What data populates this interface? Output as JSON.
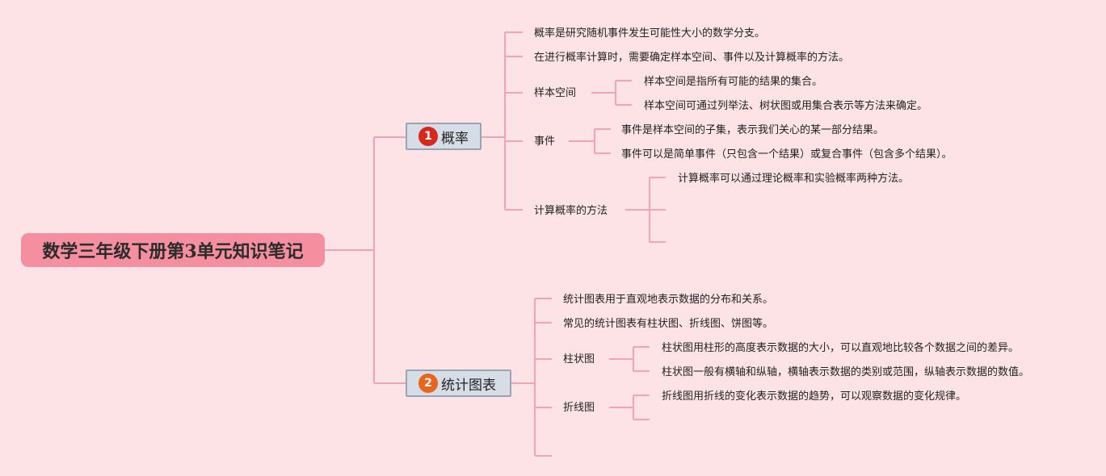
{
  "root": {
    "title": "数学三年级下册第3单元知识笔记"
  },
  "branches": [
    {
      "number": "1",
      "label": "概率",
      "badge_color": "#d7281c",
      "items": [
        {
          "text": "概率是研究随机事件发生可能性大小的数学分支。"
        },
        {
          "text": "在进行概率计算时，需要确定样本空间、事件以及计算概率的方法。"
        },
        {
          "text": "样本空间",
          "children": [
            "样本空间是指所有可能的结果的集合。",
            "样本空间可通过列举法、树状图或用集合表示等方法来确定。"
          ]
        },
        {
          "text": "事件",
          "children": [
            "事件是样本空间的子集，表示我们关心的某一部分结果。",
            "事件可以是简单事件（只包含一个结果）或复合事件（包含多个结果）。"
          ]
        },
        {
          "text": "计算概率的方法",
          "children": [
            "计算概率可以通过理论概率和实验概率两种方法。",
            "",
            ""
          ]
        }
      ]
    },
    {
      "number": "2",
      "label": "统计图表",
      "badge_color": "#e8651e",
      "items": [
        {
          "text": "统计图表用于直观地表示数据的分布和关系。"
        },
        {
          "text": "常见的统计图表有柱状图、折线图、饼图等。"
        },
        {
          "text": "柱状图",
          "children": [
            "柱状图用柱形的高度表示数据的大小，可以直观地比较各个数据之间的差异。",
            "柱状图一般有横轴和纵轴，横轴表示数据的类别或范围，纵轴表示数据的数值。"
          ]
        },
        {
          "text": "折线图",
          "children": [
            "折线图用折线的变化表示数据的趋势，可以观察数据的变化规律。",
            ""
          ]
        },
        {
          "text": ""
        }
      ]
    }
  ],
  "colors": {
    "line": "#f4a3b3",
    "background": "#fde2e6"
  }
}
